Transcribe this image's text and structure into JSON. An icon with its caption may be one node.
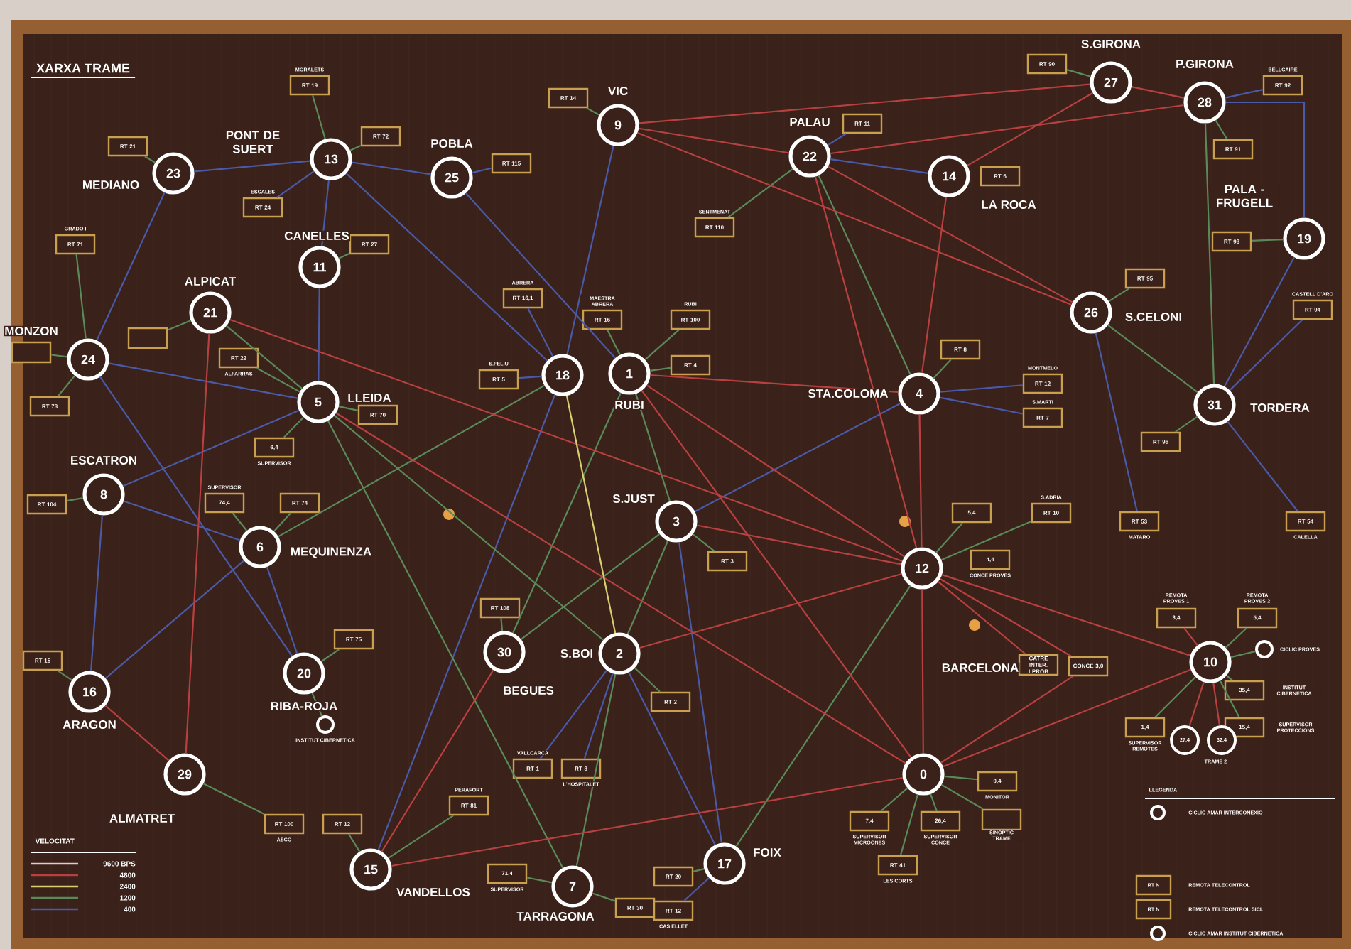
{
  "diagram": {
    "title": "XARXA TRAME",
    "nodes": [
      {
        "text": [
          "0"
        ]
      },
      {
        "text": [
          "1"
        ],
        "beside": [
          "RUBI"
        ]
      },
      {
        "text": [
          "2"
        ],
        "beside": [
          "S.BOI"
        ]
      },
      {
        "text": [
          "3"
        ],
        "beside": [
          "S.JUST"
        ]
      },
      {
        "text": [
          "4"
        ],
        "beside": [
          "STA.COLOMA"
        ]
      },
      {
        "text": [
          "5"
        ],
        "beside": [
          "LLEIDA"
        ]
      },
      {
        "text": [
          "6"
        ],
        "beside": [
          "MEQUINENZA"
        ]
      },
      {
        "text": [
          "7"
        ],
        "beside": [
          "TARRAGONA"
        ]
      },
      {
        "text": [
          "8"
        ],
        "beside": [
          "ESCATRON"
        ]
      },
      {
        "text": [
          "9"
        ],
        "beside": [
          "VIC"
        ]
      },
      {
        "text": [
          "10"
        ]
      },
      {
        "text": [
          "11"
        ],
        "beside": [
          "CANELLES"
        ]
      },
      {
        "text": [
          "12"
        ]
      },
      {
        "text": [
          "13"
        ],
        "beside": [
          "PONT DE SUERT"
        ]
      },
      {
        "text": [
          "14"
        ],
        "beside": [
          "LA ROCA"
        ]
      },
      {
        "text": [
          "15"
        ],
        "beside": [
          "VANDELLOS"
        ]
      },
      {
        "text": [
          "16"
        ],
        "beside": [
          "ARAGON"
        ]
      },
      {
        "text": [
          "17"
        ],
        "beside": [
          "FOIX"
        ]
      },
      {
        "text": [
          "18"
        ]
      },
      {
        "text": [
          "19"
        ],
        "beside": [
          "PALA - FRUGELL"
        ]
      },
      {
        "text": [
          "20"
        ],
        "beside": [
          "RIBA-ROJA"
        ]
      },
      {
        "text": [
          "21"
        ],
        "beside": [
          "ALPICAT"
        ]
      },
      {
        "text": [
          "22"
        ],
        "beside": [
          "PALAU"
        ]
      },
      {
        "text": [
          "23"
        ],
        "beside": [
          "MEDIANO"
        ]
      },
      {
        "text": [
          "24"
        ],
        "beside": [
          "MONZON"
        ]
      },
      {
        "text": [
          "25"
        ],
        "beside": [
          "POBLA"
        ]
      },
      {
        "text": [
          "26"
        ],
        "beside": [
          "S.CELONI"
        ]
      },
      {
        "text": [
          "27"
        ],
        "beside": [
          "S.GIRONA"
        ]
      },
      {
        "text": [
          "28"
        ],
        "beside": [
          "P.GIRONA"
        ]
      },
      {
        "text": [
          "29"
        ],
        "beside": [
          "ALMATRET"
        ]
      },
      {
        "text": [
          "30"
        ],
        "beside": [
          "BEGUES"
        ]
      },
      {
        "text": [
          "31"
        ],
        "beside": [
          "TORDERA"
        ]
      },
      {
        "text": [
          "RT 19"
        ],
        "beside": [
          "MORALETS"
        ]
      },
      {
        "text": [
          "RT 72"
        ]
      },
      {
        "text": [
          "RT 21"
        ]
      },
      {
        "text": [
          "RT 24"
        ],
        "beside": [
          "ESCALES"
        ]
      },
      {
        "text": [
          "RT 71"
        ],
        "beside": [
          "GRADO I"
        ]
      },
      {
        "text": [
          "RT 27"
        ]
      },
      {
        "text": [],
        "shape": "box"
      },
      {
        "text": [],
        "shape": "box"
      },
      {
        "text": [
          "RT 22"
        ],
        "beside": [
          "ALFARRAS"
        ]
      },
      {
        "text": [
          "RT 73"
        ]
      },
      {
        "text": [
          "RT 70"
        ]
      },
      {
        "text": [
          "6,4"
        ],
        "beside": [
          "SUPERVISOR"
        ]
      },
      {
        "text": [
          "RT 14"
        ]
      },
      {
        "text": [
          "RT 115"
        ]
      },
      {
        "text": [
          "RT 110"
        ],
        "beside": [
          "SENTMENAT"
        ]
      },
      {
        "text": [
          "RT 11"
        ]
      },
      {
        "text": [
          "RT 16,1"
        ],
        "beside": [
          "ABRERA"
        ]
      },
      {
        "text": [
          "RT 16"
        ],
        "beside": [
          "MAESTRA ABRERA"
        ]
      },
      {
        "text": [
          "RT 100"
        ],
        "beside": [
          "RUBI"
        ]
      },
      {
        "text": [
          "RT 4"
        ]
      },
      {
        "text": [
          "RT 5"
        ],
        "beside": [
          "S.FELIU"
        ]
      },
      {
        "text": [
          "RT 6"
        ]
      },
      {
        "text": [
          "RT 90"
        ]
      },
      {
        "text": [
          "RT 92"
        ],
        "beside": [
          "BELLCAIRE"
        ]
      },
      {
        "text": [
          "RT 91"
        ]
      },
      {
        "text": [
          "RT 93"
        ]
      },
      {
        "text": [
          "RT 95"
        ]
      },
      {
        "text": [
          "RT 94"
        ],
        "beside": [
          "CASTELL D'ARO"
        ]
      },
      {
        "text": [
          "RT 96"
        ]
      },
      {
        "text": [
          "RT 8"
        ]
      },
      {
        "text": [
          "RT 12"
        ],
        "beside": [
          "MONTMELO"
        ]
      },
      {
        "text": [
          "RT 7"
        ],
        "beside": [
          "S.MARTI"
        ]
      },
      {
        "text": [
          "RT 53"
        ],
        "beside": [
          "MATARO"
        ]
      },
      {
        "text": [
          "RT 54"
        ],
        "beside": [
          "CALELLA"
        ]
      },
      {
        "text": [
          "5,4"
        ]
      },
      {
        "text": [
          "RT 10"
        ],
        "beside": [
          "S.ADRIA"
        ]
      },
      {
        "text": [
          "4,4"
        ],
        "beside": [
          "CONCE PROVES"
        ]
      },
      {
        "text": [
          "CATRE INTER. I PROB"
        ]
      },
      {
        "text": [
          "CONCE 3,0"
        ]
      },
      {
        "text": [
          "3,4"
        ],
        "beside": [
          "REMOTA PROVES 1"
        ]
      },
      {
        "text": [
          "5,4"
        ],
        "beside": [
          "REMOTA PROVES 2"
        ]
      },
      {
        "text": [],
        "shape": "circle",
        "beside": [
          "CICLIC PROVES"
        ]
      },
      {
        "text": [
          "35,4"
        ],
        "beside": [
          "INSTITUT CIBERNETICA"
        ]
      },
      {
        "text": [
          "15,4"
        ],
        "beside": [
          "SUPERVISOR PROTECCIONS"
        ]
      },
      {
        "text": [
          "1,4"
        ],
        "beside": [
          "SUPERVISOR REMOTES"
        ]
      },
      {
        "text": [
          "27,4"
        ]
      },
      {
        "text": [
          "32,4"
        ]
      },
      {
        "text": [
          "RT 3"
        ]
      },
      {
        "text": [
          "RT 108"
        ]
      },
      {
        "text": [
          "RT 2"
        ]
      },
      {
        "text": [
          "RT 1"
        ],
        "beside": [
          "VALLCARCA"
        ]
      },
      {
        "text": [
          "RT 8"
        ],
        "beside": [
          "L'HOSPITALET"
        ]
      },
      {
        "text": [
          "RT 81"
        ],
        "beside": [
          "PERAFORT"
        ]
      },
      {
        "text": [
          "RT 12"
        ]
      },
      {
        "text": [
          "RT 100"
        ],
        "beside": [
          "ASCO"
        ]
      },
      {
        "text": [
          "RT 15"
        ]
      },
      {
        "text": [
          "RT 104"
        ]
      },
      {
        "text": [
          "74,4"
        ],
        "beside": [
          "SUPERVISOR"
        ]
      },
      {
        "text": [
          "RT 74"
        ]
      },
      {
        "text": [
          "RT 75"
        ]
      },
      {
        "text": [],
        "shape": "circle",
        "beside": [
          "INSTITUT CIBERNETICA"
        ]
      },
      {
        "text": [
          "71,4"
        ],
        "beside": [
          "SUPERVISOR"
        ]
      },
      {
        "text": [
          "RT 30"
        ]
      },
      {
        "text": [
          "RT 20"
        ]
      },
      {
        "text": [
          "RT 12"
        ],
        "beside": [
          "CAS ELLET"
        ]
      },
      {
        "text": [
          "7,4"
        ],
        "beside": [
          "SUPERVISOR MICROONES"
        ]
      },
      {
        "text": [
          "RT 41"
        ],
        "beside": [
          "LES CORTS"
        ]
      },
      {
        "text": [
          "26,4"
        ],
        "beside": [
          "SUPERVISOR CONCE"
        ]
      },
      {
        "text": [
          "0,4"
        ],
        "beside": [
          "MONITOR"
        ]
      },
      {
        "text": [],
        "shape": "box",
        "beside": [
          "SINOPTIC TRAME"
        ]
      }
    ],
    "edges": [
      {
        "from": 13,
        "to": 32,
        "arrow": "none"
      },
      {
        "from": 13,
        "to": 33,
        "arrow": "none"
      },
      {
        "from": 23,
        "to": 34,
        "arrow": "none"
      },
      {
        "from": 13,
        "to": 35,
        "arrow": "none",
        "color": "#4a5aa8"
      },
      {
        "from": 24,
        "to": 36,
        "arrow": "none"
      },
      {
        "from": 11,
        "to": 37,
        "arrow": "none"
      },
      {
        "from": 21,
        "to": 38,
        "arrow": "none"
      },
      {
        "from": 24,
        "to": 39,
        "arrow": "none"
      },
      {
        "from": 40,
        "to": 5,
        "arrow": "none"
      },
      {
        "from": 24,
        "to": 41,
        "arrow": "none"
      },
      {
        "from": 5,
        "to": 42,
        "arrow": "none"
      },
      {
        "from": 5,
        "to": 43,
        "arrow": "none"
      },
      {
        "from": 9,
        "to": 44,
        "arrow": "none"
      },
      {
        "from": 25,
        "to": 45,
        "arrow": "none",
        "color": "#4a5aa8"
      },
      {
        "from": 22,
        "to": 46,
        "arrow": "none"
      },
      {
        "from": 22,
        "to": 47,
        "arrow": "none",
        "color": "#4a5aa8"
      },
      {
        "from": 18,
        "to": 48,
        "arrow": "none",
        "color": "#4a5aa8"
      },
      {
        "from": 1,
        "to": 49,
        "arrow": "none"
      },
      {
        "from": 1,
        "to": 50,
        "arrow": "none"
      },
      {
        "from": 1,
        "to": 51,
        "arrow": "none"
      },
      {
        "from": 18,
        "to": 52,
        "arrow": "none",
        "color": "#4a5aa8"
      },
      {
        "from": 27,
        "to": 54,
        "arrow": "none"
      },
      {
        "from": 28,
        "to": 55,
        "arrow": "none",
        "color": "#4a5aa8"
      },
      {
        "from": 28,
        "to": 56,
        "arrow": "none"
      },
      {
        "from": 19,
        "to": 57,
        "arrow": "none"
      },
      {
        "from": 26,
        "to": 58,
        "arrow": "none"
      },
      {
        "from": 31,
        "to": 59,
        "arrow": "none",
        "color": "#4a5aa8"
      },
      {
        "from": 31,
        "to": 60,
        "arrow": "none"
      },
      {
        "from": 4,
        "to": 61,
        "arrow": "none"
      },
      {
        "from": 4,
        "to": 62,
        "arrow": "none",
        "color": "#4a5aa8"
      },
      {
        "from": 4,
        "to": 63,
        "arrow": "none",
        "color": "#4a5aa8"
      },
      {
        "from": 26,
        "to": 64,
        "arrow": "none",
        "color": "#4a5aa8"
      },
      {
        "from": 31,
        "to": 65,
        "arrow": "none",
        "color": "#4a5aa8"
      },
      {
        "from": 12,
        "to": 66,
        "arrow": "none"
      },
      {
        "from": 12,
        "to": 67,
        "arrow": "none"
      },
      {
        "from": 12,
        "to": 69,
        "arrow": "none",
        "color": "#b84040"
      },
      {
        "from": 12,
        "to": 70,
        "arrow": "none",
        "color": "#b84040"
      },
      {
        "from": 0,
        "to": 70,
        "arrow": "none",
        "color": "#b84040"
      },
      {
        "from": 10,
        "to": 71,
        "arrow": "none",
        "color": "#b84040"
      },
      {
        "from": 10,
        "to": 72,
        "arrow": "none"
      },
      {
        "from": 10,
        "to": 73,
        "arrow": "none"
      },
      {
        "from": 10,
        "to": 74,
        "arrow": "none"
      },
      {
        "from": 10,
        "to": 75,
        "arrow": "none"
      },
      {
        "from": 10,
        "to": 76,
        "arrow": "none"
      },
      {
        "from": 10,
        "to": 77,
        "arrow": "none",
        "color": "#b84040"
      },
      {
        "from": 10,
        "to": 78,
        "arrow": "none",
        "color": "#b84040"
      },
      {
        "from": 3,
        "to": 79,
        "arrow": "none"
      },
      {
        "from": 30,
        "to": 80,
        "arrow": "none"
      },
      {
        "from": 2,
        "to": 81,
        "arrow": "none"
      },
      {
        "from": 2,
        "to": 82,
        "arrow": "none",
        "color": "#4a5aa8"
      },
      {
        "from": 2,
        "to": 83,
        "arrow": "none",
        "color": "#4a5aa8"
      },
      {
        "from": 15,
        "to": 84,
        "arrow": "none"
      },
      {
        "from": 15,
        "to": 85,
        "arrow": "none"
      },
      {
        "from": 29,
        "to": 86,
        "arrow": "none"
      },
      {
        "from": 16,
        "to": 87,
        "arrow": "none"
      },
      {
        "from": 8,
        "to": 88,
        "arrow": "none"
      },
      {
        "from": 6,
        "to": 89,
        "arrow": "none"
      },
      {
        "from": 6,
        "to": 90,
        "arrow": "none"
      },
      {
        "from": 20,
        "to": 91,
        "arrow": "none"
      },
      {
        "from": 20,
        "to": 92,
        "arrow": "none"
      },
      {
        "from": 7,
        "to": 93,
        "arrow": "none"
      },
      {
        "from": 7,
        "to": 94,
        "arrow": "none"
      },
      {
        "from": 17,
        "to": 95,
        "arrow": "none"
      },
      {
        "from": 17,
        "to": 96,
        "arrow": "none",
        "color": "#4a5aa8"
      },
      {
        "from": 0,
        "to": 97,
        "arrow": "none"
      },
      {
        "from": 0,
        "to": 98,
        "arrow": "none"
      },
      {
        "from": 0,
        "to": 99,
        "arrow": "none"
      },
      {
        "from": 0,
        "to": 100,
        "arrow": "none"
      },
      {
        "from": 0,
        "to": 101,
        "arrow": "none"
      },
      {
        "from": 23,
        "to": 13,
        "arrow": "none",
        "color": "#4a5aa8"
      },
      {
        "from": 13,
        "to": 25,
        "arrow": "none",
        "color": "#4a5aa8"
      },
      {
        "from": 13,
        "to": 11,
        "arrow": "none",
        "color": "#4a5aa8"
      },
      {
        "from": 11,
        "to": 5,
        "arrow": "none",
        "color": "#4a5aa8"
      },
      {
        "from": 23,
        "to": 24,
        "arrow": "none",
        "color": "#4a5aa8"
      },
      {
        "from": 24,
        "to": 5,
        "arrow": "none",
        "color": "#4a5aa8"
      },
      {
        "from": 13,
        "to": 18,
        "arrow": "none",
        "color": "#4a5aa8"
      },
      {
        "from": 25,
        "to": 1,
        "arrow": "none",
        "color": "#4a5aa8"
      },
      {
        "from": 9,
        "to": 18,
        "arrow": "none",
        "color": "#4a5aa8"
      },
      {
        "from": 5,
        "to": 8,
        "arrow": "none",
        "color": "#4a5aa8"
      },
      {
        "from": 8,
        "to": 6,
        "arrow": "none",
        "color": "#4a5aa8"
      },
      {
        "from": 24,
        "to": 20,
        "arrow": "none",
        "color": "#4a5aa8"
      },
      {
        "from": 8,
        "to": 16,
        "arrow": "none",
        "color": "#4a5aa8"
      },
      {
        "from": 16,
        "to": 6,
        "arrow": "none",
        "color": "#4a5aa8"
      },
      {
        "from": 6,
        "to": 20,
        "arrow": "none",
        "color": "#4a5aa8"
      },
      {
        "from": 22,
        "to": 14,
        "arrow": "none",
        "color": "#4a5aa8"
      },
      {
        "from": 28,
        "to": 19,
        "arrow": "none",
        "color": "#4a5aa8"
      },
      {
        "from": 19,
        "to": 31,
        "arrow": "none",
        "color": "#4a5aa8"
      },
      {
        "from": 4,
        "to": 3,
        "arrow": "none",
        "color": "#4a5aa8"
      },
      {
        "from": 18,
        "to": 15,
        "arrow": "none",
        "color": "#4a5aa8"
      },
      {
        "from": 3,
        "to": 17,
        "arrow": "none",
        "color": "#4a5aa8"
      },
      {
        "from": 2,
        "to": 17,
        "arrow": "none",
        "color": "#4a5aa8"
      },
      {
        "from": 21,
        "to": 5,
        "arrow": "none"
      },
      {
        "from": 5,
        "to": 2,
        "arrow": "none"
      },
      {
        "from": 5,
        "to": 7,
        "arrow": "none"
      },
      {
        "from": 6,
        "to": 18,
        "arrow": "none"
      },
      {
        "from": 22,
        "to": 4,
        "arrow": "none"
      },
      {
        "from": 1,
        "to": 30,
        "arrow": "none"
      },
      {
        "from": 1,
        "to": 3,
        "arrow": "none"
      },
      {
        "from": 3,
        "to": 30,
        "arrow": "none"
      },
      {
        "from": 3,
        "to": 2,
        "arrow": "none"
      },
      {
        "from": 2,
        "to": 7,
        "arrow": "none"
      },
      {
        "from": 17,
        "to": 12,
        "arrow": "none"
      },
      {
        "from": 26,
        "to": 31,
        "arrow": "none"
      },
      {
        "from": 28,
        "to": 31,
        "arrow": "none"
      },
      {
        "from": 21,
        "to": 29,
        "arrow": "none",
        "color": "#b84040"
      },
      {
        "from": 16,
        "to": 29,
        "arrow": "none",
        "color": "#b84040"
      },
      {
        "from": 21,
        "to": 12,
        "arrow": "none",
        "color": "#b84040"
      },
      {
        "from": 5,
        "to": 0,
        "arrow": "none",
        "color": "#b84040"
      },
      {
        "from": 9,
        "to": 27,
        "arrow": "none",
        "color": "#b84040"
      },
      {
        "from": 9,
        "to": 22,
        "arrow": "none",
        "color": "#b84040"
      },
      {
        "from": 9,
        "to": 26,
        "arrow": "none",
        "color": "#b84040"
      },
      {
        "from": 22,
        "to": 28,
        "arrow": "none",
        "color": "#b84040"
      },
      {
        "from": 14,
        "to": 27,
        "arrow": "none",
        "color": "#b84040"
      },
      {
        "from": 27,
        "to": 28,
        "arrow": "none",
        "color": "#b84040"
      },
      {
        "from": 22,
        "to": 26,
        "arrow": "none",
        "color": "#b84040"
      },
      {
        "from": 22,
        "to": 12,
        "arrow": "none",
        "color": "#b84040"
      },
      {
        "from": 14,
        "to": 4,
        "arrow": "none",
        "color": "#b84040"
      },
      {
        "from": 4,
        "to": 12,
        "arrow": "none",
        "color": "#b84040"
      },
      {
        "from": 1,
        "to": 4,
        "arrow": "none",
        "color": "#b84040"
      },
      {
        "from": 1,
        "to": 12,
        "arrow": "none",
        "color": "#b84040"
      },
      {
        "from": 1,
        "to": 0,
        "arrow": "none",
        "color": "#b84040"
      },
      {
        "from": 3,
        "to": 12,
        "arrow": "none",
        "color": "#b84040"
      },
      {
        "from": 2,
        "to": 12,
        "arrow": "none",
        "color": "#b84040"
      },
      {
        "from": 15,
        "to": 0,
        "arrow": "none",
        "color": "#b84040"
      },
      {
        "from": 30,
        "to": 15,
        "arrow": "none",
        "color": "#b84040"
      },
      {
        "from": 12,
        "to": 10,
        "arrow": "none",
        "color": "#b84040"
      },
      {
        "from": 0,
        "to": 10,
        "arrow": "none",
        "color": "#b84040"
      },
      {
        "from": 12,
        "to": 0,
        "arrow": "none",
        "color": "#b84040"
      },
      {
        "from": 18,
        "to": 2,
        "arrow": "none",
        "color": "#d8d070"
      }
    ],
    "labels": [
      "BARCELONA",
      "TRAME 2",
      "VELOCITAT",
      "LLEGENDA",
      "RT N",
      "RT N"
    ],
    "legend": [
      {
        "text": "9600 BPS"
      },
      {
        "text": "4800"
      },
      {
        "text": "2400"
      },
      {
        "text": "1200"
      },
      {
        "text": "400"
      },
      {
        "text": "CICLIC AMAR INTERCONEXIO"
      },
      {
        "text": "REMOTA TELECONTROL"
      },
      {
        "text": "REMOTA TELECONTROL SICL"
      },
      {
        "text": "CICLIC AMAR INSTITUT CIBERNETICA"
      }
    ]
  }
}
